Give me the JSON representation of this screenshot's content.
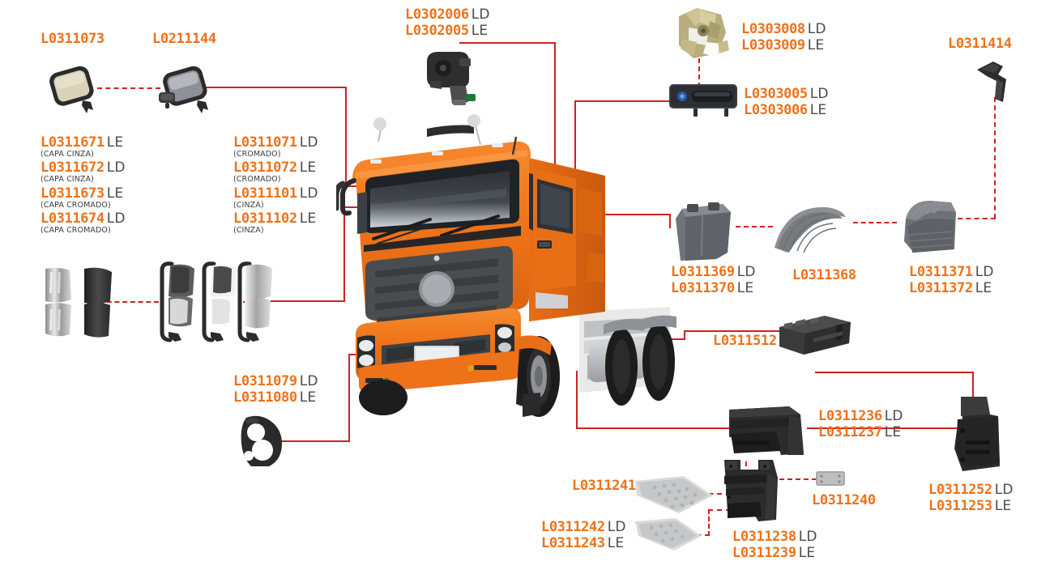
{
  "meta": {
    "title": "Truck Parts Exploded Diagram",
    "accent_color": "#ee7219",
    "line_color": "#cc2222",
    "text_color": "#4a4a4a",
    "background": "#ffffff"
  },
  "labels": {
    "mirror_small_left": {
      "pn": "L0311073",
      "side": ""
    },
    "mirror_small_right": {
      "pn": "L0211144",
      "side": ""
    },
    "window_motor_ld": {
      "pn": "L0302006",
      "side": "LD"
    },
    "window_motor_le": {
      "pn": "L0302005",
      "side": "LE"
    },
    "door_latch_ld": {
      "pn": "L0303008",
      "side": "LD"
    },
    "door_latch_le": {
      "pn": "L0303009",
      "side": "LE"
    },
    "door_handle_ld": {
      "pn": "L0303005",
      "side": "LD"
    },
    "door_handle_le": {
      "pn": "L0303006",
      "side": "LE"
    },
    "bracket_right": {
      "pn": "L0311414",
      "side": ""
    },
    "mirror_cover_1": {
      "pn": "L0311671",
      "side": "LE",
      "note": "(CAPA CINZA)"
    },
    "mirror_cover_2": {
      "pn": "L0311672",
      "side": "LD",
      "note": "(CAPA CINZA)"
    },
    "mirror_cover_3": {
      "pn": "L0311673",
      "side": "LE",
      "note": "(CAPA CROMADO)"
    },
    "mirror_cover_4": {
      "pn": "L0311674",
      "side": "LD",
      "note": "(CAPA CROMADO)"
    },
    "mirror_assy_1": {
      "pn": "L0311071",
      "side": "LD",
      "note": "(CROMADO)"
    },
    "mirror_assy_2": {
      "pn": "L0311072",
      "side": "LE",
      "note": "(CROMADO)"
    },
    "mirror_assy_3": {
      "pn": "L0311101",
      "side": "LD",
      "note": "(CINZA)"
    },
    "mirror_assy_4": {
      "pn": "L0311102",
      "side": "LE",
      "note": "(CINZA)"
    },
    "fender_front_ld": {
      "pn": "L0311369",
      "side": "LD"
    },
    "fender_front_le": {
      "pn": "L0311370",
      "side": "LE"
    },
    "fender_mid": {
      "pn": "L0311368",
      "side": ""
    },
    "fender_rear_ld": {
      "pn": "L0311371",
      "side": "LD"
    },
    "fender_rear_le": {
      "pn": "L0311372",
      "side": "LE"
    },
    "battery_box": {
      "pn": "L0311512",
      "side": ""
    },
    "headlamp_bezel_ld": {
      "pn": "L0311079",
      "side": "LD"
    },
    "headlamp_bezel_le": {
      "pn": "L0311080",
      "side": "LE"
    },
    "step_box_ld": {
      "pn": "L0311236",
      "side": "LD"
    },
    "step_box_le": {
      "pn": "L0311237",
      "side": "LE"
    },
    "corner_panel_ld": {
      "pn": "L0311252",
      "side": "LD"
    },
    "corner_panel_le": {
      "pn": "L0311253",
      "side": "LE"
    },
    "step_tread_top": {
      "pn": "L0311241",
      "side": ""
    },
    "step_tread_ld": {
      "pn": "L0311242",
      "side": "LD"
    },
    "step_tread_le": {
      "pn": "L0311243",
      "side": "LE"
    },
    "step_frame_ld": {
      "pn": "L0311238",
      "side": "LD"
    },
    "step_frame_le": {
      "pn": "L0311239",
      "side": "LE"
    },
    "small_plate": {
      "pn": "L0311240",
      "side": ""
    }
  },
  "parts": [
    {
      "name": "mirror-beige-small",
      "label": "small rearview mirror, beige glass"
    },
    {
      "name": "mirror-grey-small",
      "label": "small rearview mirror, grey glass"
    },
    {
      "name": "wide-angle-mirror",
      "label": "wide angle mirror puck"
    },
    {
      "name": "window-regulator-motor",
      "label": "window regulator motor"
    },
    {
      "name": "door-latch-mechanism",
      "label": "door latch mechanism"
    },
    {
      "name": "door-handle",
      "label": "exterior door handle"
    },
    {
      "name": "metal-bracket",
      "label": "bent metal bracket"
    },
    {
      "name": "mirror-cover-chrome",
      "label": "chrome mirror cover"
    },
    {
      "name": "mirror-cover-black",
      "label": "black mirror cover"
    },
    {
      "name": "mirror-assembly-dark",
      "label": "dark mirror assembly"
    },
    {
      "name": "mirror-assembly-white",
      "label": "white mirror assembly"
    },
    {
      "name": "mirror-assembly-chrome",
      "label": "chrome mirror assembly"
    },
    {
      "name": "fender-front-grey",
      "label": "front fender flap"
    },
    {
      "name": "fender-mid-curved",
      "label": "curved mid fender"
    },
    {
      "name": "fender-rear-ribbed",
      "label": "ribbed rear fender"
    },
    {
      "name": "battery-box",
      "label": "battery box"
    },
    {
      "name": "headlamp-bezel",
      "label": "headlamp bezel"
    },
    {
      "name": "step-box-black",
      "label": "black step box"
    },
    {
      "name": "corner-panel-black",
      "label": "black corner panel"
    },
    {
      "name": "step-tread-plate",
      "label": "aluminium step tread plate"
    },
    {
      "name": "step-frame",
      "label": "step support frame"
    },
    {
      "name": "small-mounting-plate",
      "label": "small mounting plate"
    },
    {
      "name": "truck-illustration",
      "label": "orange semi truck cab three quarter view"
    }
  ]
}
